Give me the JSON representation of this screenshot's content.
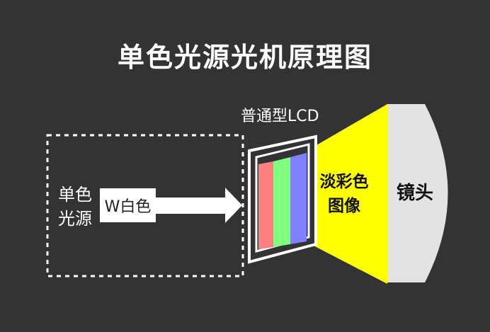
{
  "title": "单色光源光机原理图",
  "lcd_label": "普通型LCD",
  "source": {
    "line1": "单色",
    "line2": "光源"
  },
  "white_label": "W白色",
  "image_label": {
    "line1": "淡彩色",
    "line2": "图像"
  },
  "lens_label": "镜头",
  "colors": {
    "background": "#333333",
    "cone": "#ffff00",
    "lens": "#e3e3e3",
    "stripe_red": "#ff8080",
    "stripe_green": "#80ff80",
    "stripe_blue": "#8080ff"
  }
}
